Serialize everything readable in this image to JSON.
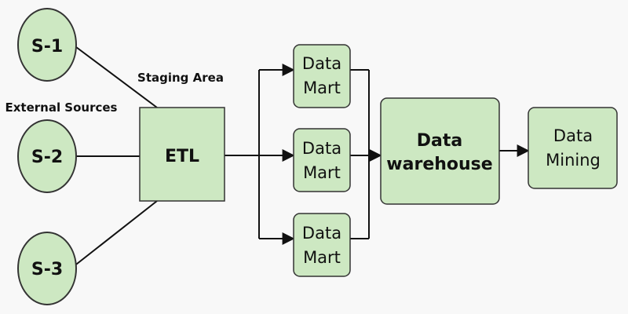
{
  "colors": {
    "node_fill": "#cde8c2",
    "node_stroke": "#333333",
    "line": "#111111",
    "background": "#f8f8f8"
  },
  "labels": {
    "external_sources": "External Sources",
    "staging_area": "Staging Area"
  },
  "sources": [
    {
      "label": "S-1"
    },
    {
      "label": "S-2"
    },
    {
      "label": "S-3"
    }
  ],
  "etl": {
    "label": "ETL"
  },
  "data_marts": [
    {
      "line1": "Data",
      "line2": "Mart"
    },
    {
      "line1": "Data",
      "line2": "Mart"
    },
    {
      "line1": "Data",
      "line2": "Mart"
    }
  ],
  "warehouse": {
    "line1": "Data",
    "line2": "warehouse"
  },
  "mining": {
    "line1": "Data",
    "line2": "Mining"
  }
}
